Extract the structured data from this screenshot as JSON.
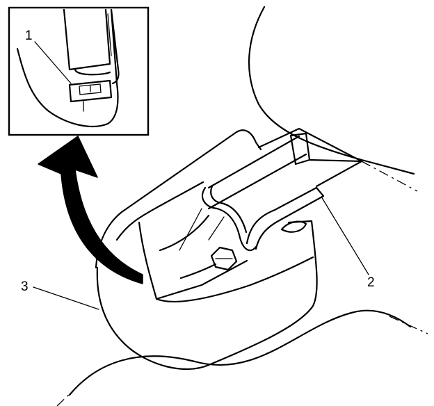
{
  "callouts": {
    "inset_part": "1",
    "bracket": "2",
    "cover": "3"
  },
  "colors": {
    "ink": "#000000",
    "background": "#ffffff"
  }
}
